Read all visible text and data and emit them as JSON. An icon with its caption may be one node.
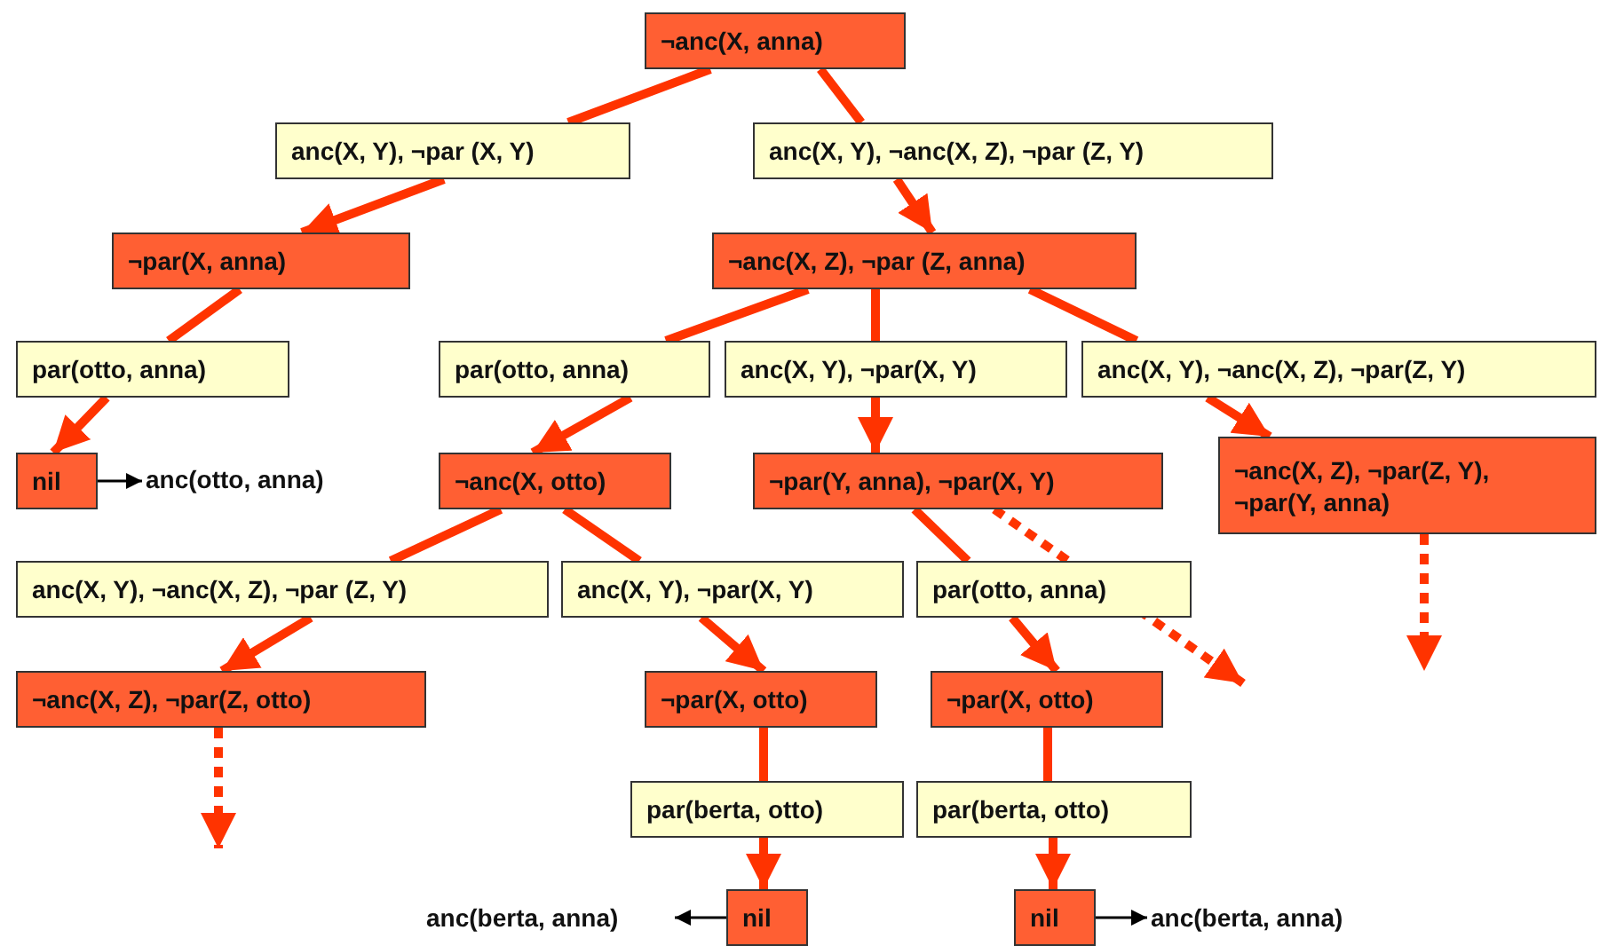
{
  "diagram": {
    "nodes": [
      {
        "text": [
          "¬anc(X, anna)"
        ]
      },
      {
        "text": [
          "anc(X, Y), ¬par (X, Y)"
        ]
      },
      {
        "text": [
          "anc(X, Y), ¬anc(X, Z), ¬par (Z, Y)"
        ]
      },
      {
        "text": [
          "¬par(X, anna)"
        ]
      },
      {
        "text": [
          "¬anc(X, Z), ¬par (Z, anna)"
        ]
      },
      {
        "text": [
          "par(otto, anna)"
        ]
      },
      {
        "text": [
          "par(otto, anna)"
        ]
      },
      {
        "text": [
          "anc(X, Y), ¬par(X, Y)"
        ]
      },
      {
        "text": [
          "anc(X, Y), ¬anc(X, Z), ¬par(Z, Y)"
        ]
      },
      {
        "text": [
          "nil"
        ]
      },
      {
        "text": [
          "anc(otto, anna)"
        ]
      },
      {
        "text": [
          "¬anc(X, otto)"
        ]
      },
      {
        "text": [
          "¬par(Y, anna), ¬par(X, Y)"
        ]
      },
      {
        "text": [
          "¬anc(X, Z), ¬par(Z, Y), ¬par(Y, anna)"
        ]
      },
      {
        "text": [
          "anc(X, Y), ¬anc(X, Z), ¬par (Z, Y)"
        ]
      },
      {
        "text": [
          "anc(X, Y), ¬par(X, Y)"
        ]
      },
      {
        "text": [
          "par(otto, anna)"
        ]
      },
      {
        "text": [
          "¬anc(X, Z), ¬par(Z, otto)"
        ]
      },
      {
        "text": [
          "¬par(X, otto)"
        ]
      },
      {
        "text": [
          "¬par(X, otto)"
        ]
      },
      {
        "text": [
          "par(berta, otto)"
        ]
      },
      {
        "text": [
          "par(berta, otto)"
        ]
      },
      {
        "text": [
          "anc(berta, anna)"
        ]
      },
      {
        "text": [
          "nil"
        ]
      },
      {
        "text": [
          "nil"
        ]
      },
      {
        "text": [
          "anc(berta, anna)"
        ]
      }
    ],
    "edges": [
      {
        "from": 0,
        "to": 1,
        "arrow": "none"
      },
      {
        "from": 1,
        "to": 3,
        "arrow": "to"
      },
      {
        "from": 0,
        "to": 2,
        "arrow": "none"
      },
      {
        "from": 2,
        "to": 4,
        "arrow": "to"
      },
      {
        "from": 3,
        "to": 5,
        "arrow": "none"
      },
      {
        "from": 5,
        "to": 9,
        "arrow": "to"
      },
      {
        "from": 9,
        "to": 10,
        "arrow": "to",
        "color": "#000000"
      },
      {
        "from": 4,
        "to": 6,
        "arrow": "none"
      },
      {
        "from": 6,
        "to": 11,
        "arrow": "to"
      },
      {
        "from": 4,
        "to": 7,
        "arrow": "none"
      },
      {
        "from": 7,
        "to": 12,
        "arrow": "to"
      },
      {
        "from": 4,
        "to": 8,
        "arrow": "none"
      },
      {
        "from": 8,
        "to": 13,
        "arrow": "to"
      },
      {
        "from": 11,
        "to": 14,
        "arrow": "none"
      },
      {
        "from": 14,
        "to": 17,
        "arrow": "to"
      },
      {
        "from": 11,
        "to": 15,
        "arrow": "none"
      },
      {
        "from": 15,
        "to": 18,
        "arrow": "to"
      },
      {
        "from": 12,
        "to": 16,
        "arrow": "none"
      },
      {
        "from": 16,
        "to": 19,
        "arrow": "to"
      },
      {
        "from": 12,
        "to": null,
        "arrow": "to",
        "style": "dashed"
      },
      {
        "from": 13,
        "to": null,
        "arrow": "to",
        "style": "dashed"
      },
      {
        "from": 17,
        "to": null,
        "arrow": "to",
        "style": "dashed"
      },
      {
        "from": 18,
        "to": 20,
        "arrow": "none"
      },
      {
        "from": 20,
        "to": 23,
        "arrow": "to"
      },
      {
        "from": 19,
        "to": 21,
        "arrow": "none"
      },
      {
        "from": 21,
        "to": 24,
        "arrow": "to"
      },
      {
        "from": 23,
        "to": 22,
        "arrow": "to",
        "color": "#000000"
      },
      {
        "from": 24,
        "to": 25,
        "arrow": "to",
        "color": "#000000"
      }
    ]
  }
}
